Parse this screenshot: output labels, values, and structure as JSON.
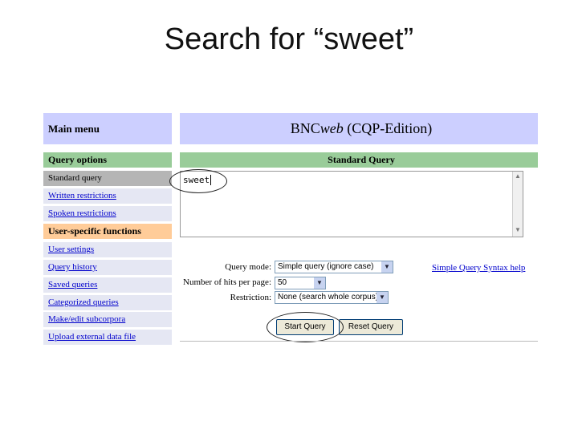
{
  "slide": {
    "title": "Search for “sweet”"
  },
  "sidebar": {
    "main_menu": "Main menu",
    "query_options": "Query options",
    "items": [
      "Standard query",
      "Written restrictions",
      "Spoken restrictions"
    ],
    "user_section": "User-specific functions",
    "user_items": [
      "User settings",
      "Query history",
      "Saved queries",
      "Categorized queries",
      "Make/edit subcorpora",
      "Upload external data file"
    ]
  },
  "header": {
    "app_title_prefix": "BNC",
    "app_title_italic": "web",
    "app_title_suffix": " (CQP-Edition)"
  },
  "query": {
    "section_title": "Standard Query",
    "input_value": "sweet",
    "mode_label": "Query mode:",
    "mode_value": "Simple query (ignore case)",
    "hits_label": "Number of hits per page:",
    "hits_value": "50",
    "restriction_label": "Restriction:",
    "restriction_value": "None (search whole corpus)",
    "help_link": "Simple Query Syntax help",
    "start_button": "Start Query",
    "reset_button": "Reset Query"
  }
}
